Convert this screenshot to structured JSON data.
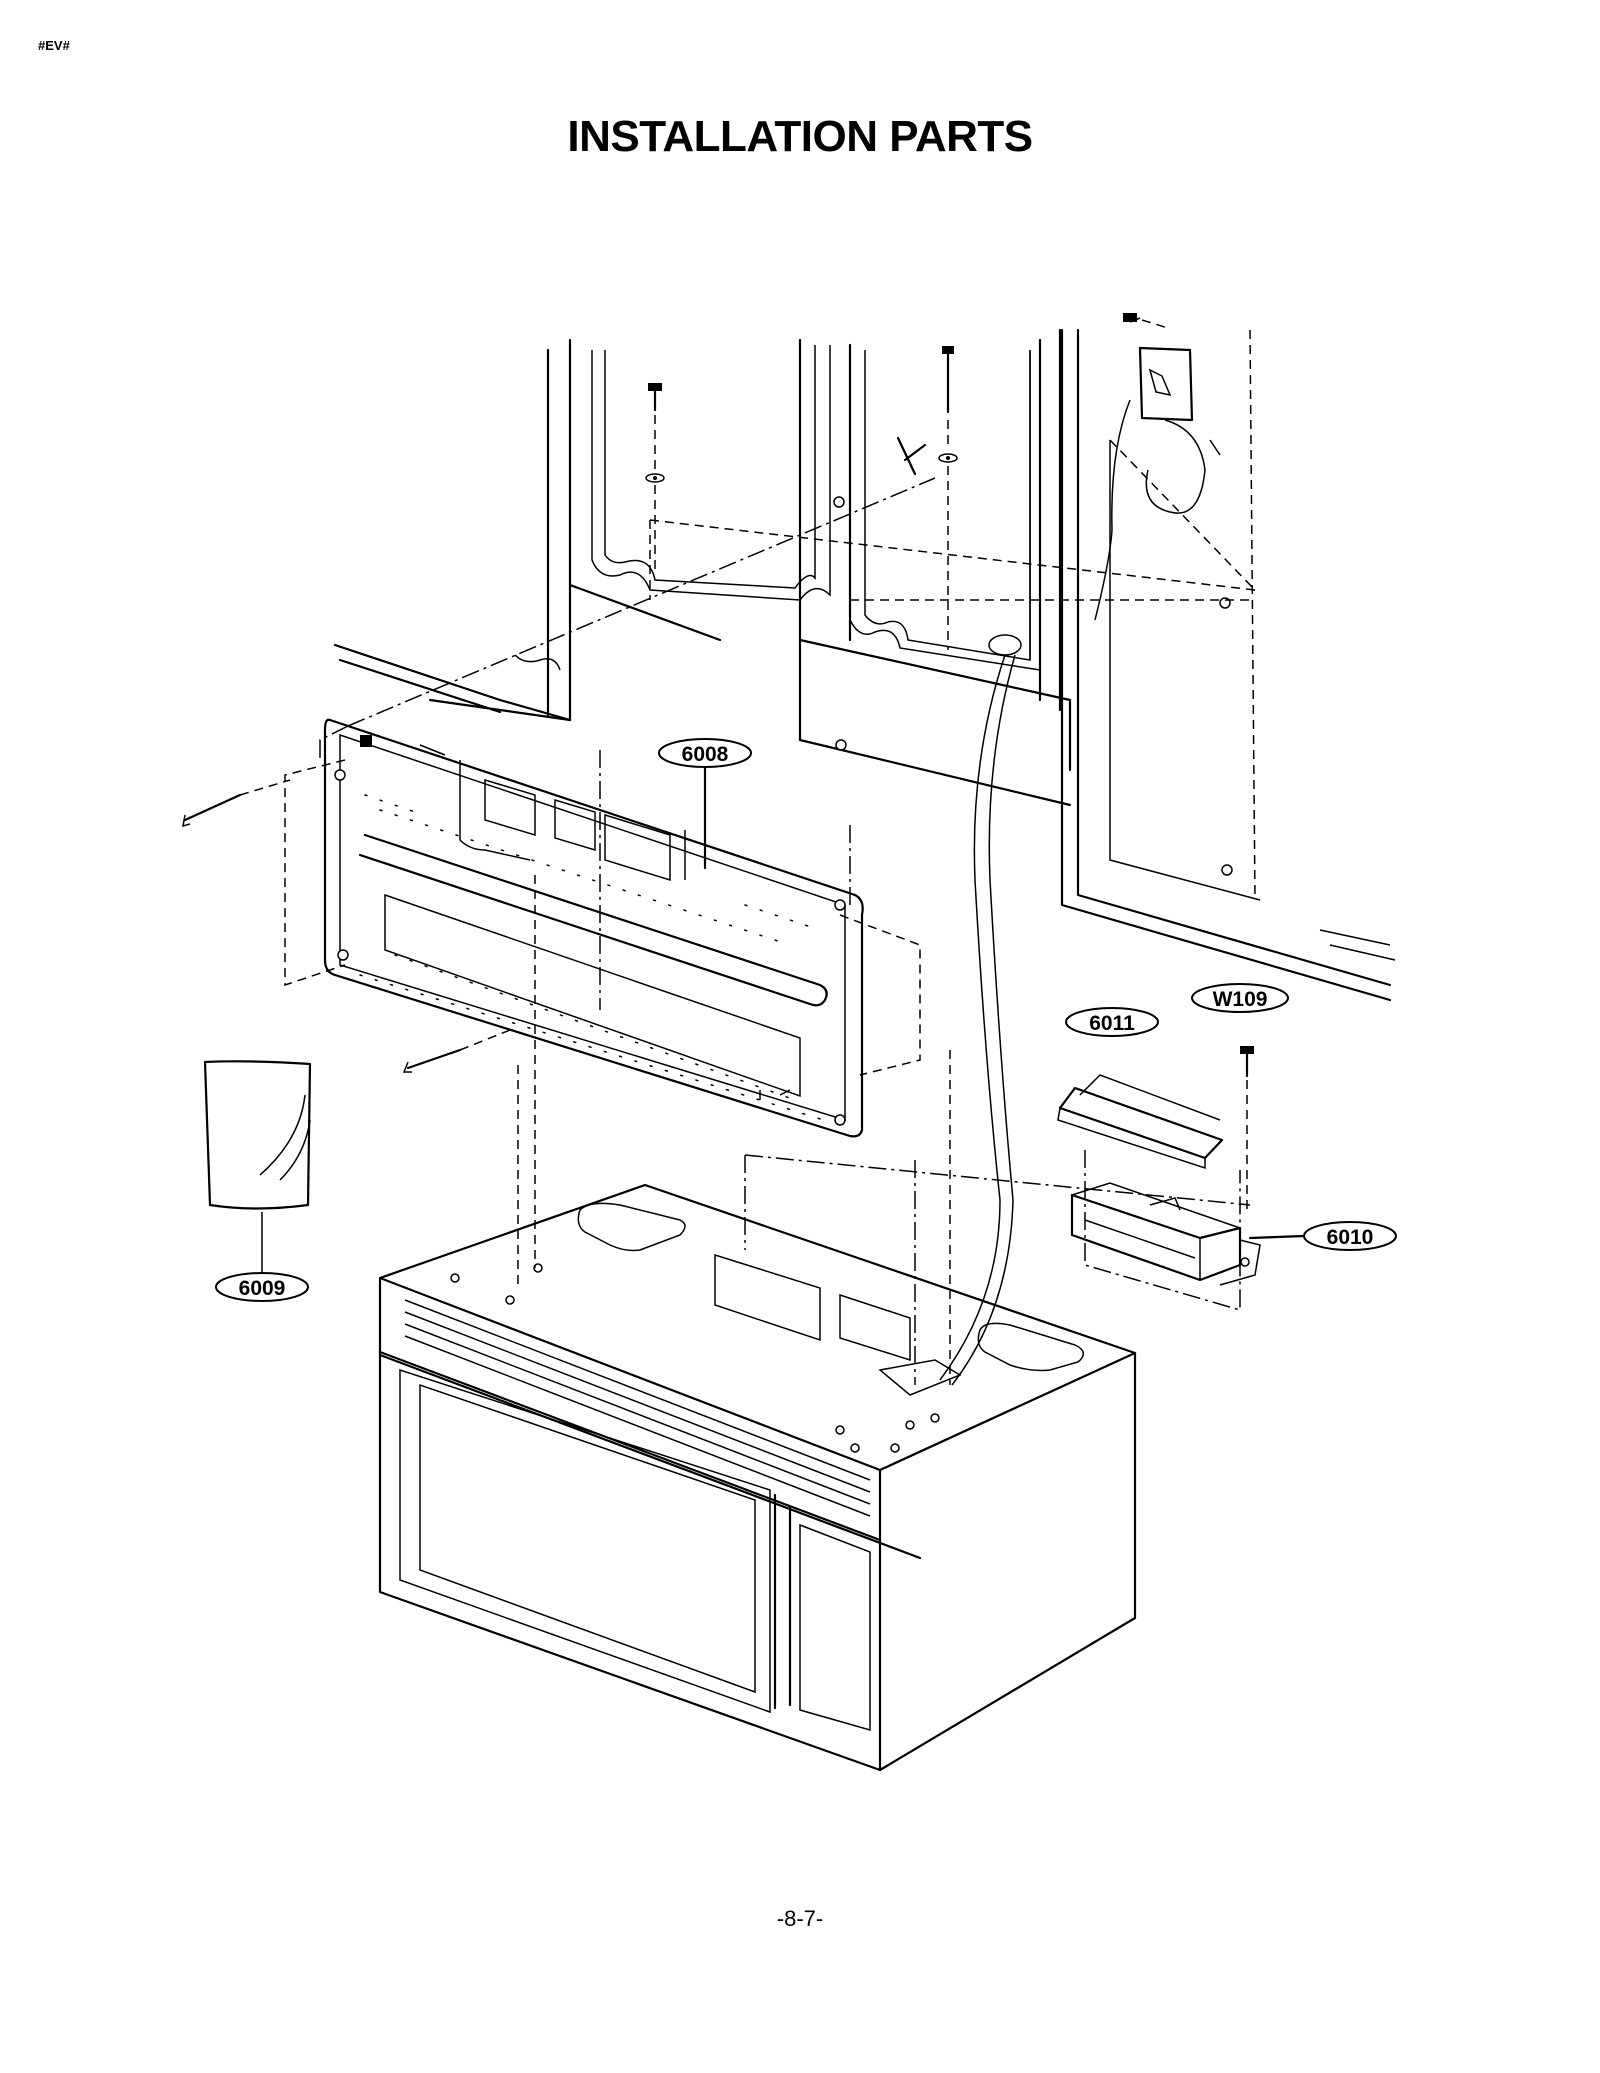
{
  "header": {
    "code": "#EV#"
  },
  "title": "INSTALLATION PARTS",
  "callouts": {
    "c6008": "6008",
    "c6009": "6009",
    "c6010": "6010",
    "c6011": "6011",
    "cW109": "W109"
  },
  "footer": {
    "page_number": "-8-7-"
  }
}
